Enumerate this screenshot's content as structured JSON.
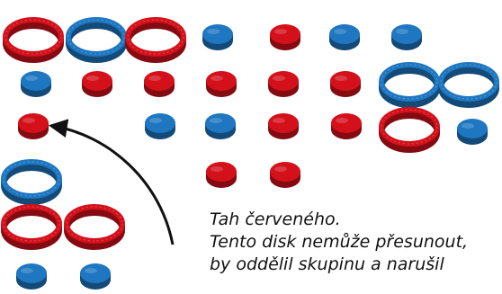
{
  "colors": {
    "red": "#d4111b",
    "blue": "#1f77c1",
    "text": "#111111"
  },
  "board": {
    "pieces": [
      {
        "kind": "ring",
        "color": "red"
      },
      {
        "kind": "ring",
        "color": "blue"
      },
      {
        "kind": "ring",
        "color": "red"
      },
      {
        "kind": "disc",
        "color": "blue"
      },
      {
        "kind": "disc",
        "color": "red"
      },
      {
        "kind": "disc",
        "color": "blue"
      },
      {
        "kind": "disc",
        "color": "blue"
      },
      {
        "kind": "disc",
        "color": "blue"
      },
      {
        "kind": "disc",
        "color": "red"
      },
      {
        "kind": "disc",
        "color": "red"
      },
      {
        "kind": "disc",
        "color": "red"
      },
      {
        "kind": "disc",
        "color": "red"
      },
      {
        "kind": "disc",
        "color": "red"
      },
      {
        "kind": "ring",
        "color": "blue"
      },
      {
        "kind": "ring",
        "color": "blue"
      },
      {
        "kind": "disc",
        "color": "red"
      },
      {
        "kind": "disc",
        "color": "blue"
      },
      {
        "kind": "disc",
        "color": "blue"
      },
      {
        "kind": "disc",
        "color": "red"
      },
      {
        "kind": "disc",
        "color": "red"
      },
      {
        "kind": "ring",
        "color": "red"
      },
      {
        "kind": "disc",
        "color": "blue"
      },
      {
        "kind": "disc",
        "color": "red"
      },
      {
        "kind": "disc",
        "color": "red"
      },
      {
        "kind": "ring",
        "color": "blue"
      },
      {
        "kind": "ring",
        "color": "red"
      },
      {
        "kind": "ring",
        "color": "red"
      },
      {
        "kind": "disc",
        "color": "blue"
      },
      {
        "kind": "disc",
        "color": "blue"
      }
    ]
  },
  "caption": {
    "line1": "Tah červeného.",
    "line2": "Tento disk nemůže přesunout,",
    "line3": "by oddělil skupinu a narušil"
  }
}
